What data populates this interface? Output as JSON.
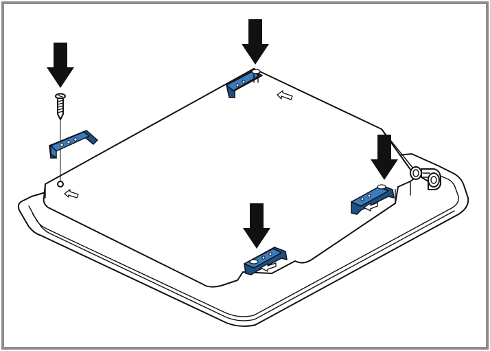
{
  "figure": {
    "frame_color": "#8c8c8c",
    "clip_color": "#3b7bbf",
    "clip_shadow_color": "#1e4f86",
    "arrow_color": "#111111",
    "line_color": "#111111"
  },
  "parts": {
    "clip_count": 4,
    "screw_count": 1,
    "press_arrow_count": 4,
    "direction_hint_arrow_count": 3
  }
}
